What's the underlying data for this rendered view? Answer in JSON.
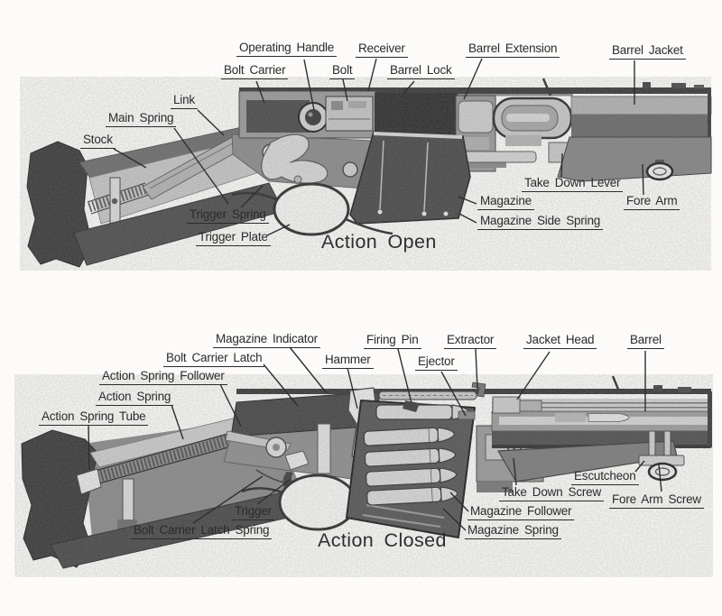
{
  "page": {
    "paper_color": "#fcfbf9",
    "ink_color": "#2b2b2b"
  },
  "diagrams": [
    {
      "name": "action-open",
      "caption": "Action Open",
      "labels": [
        {
          "id": "operating-handle",
          "text": "Operating Handle"
        },
        {
          "id": "bolt-carrier",
          "text": "Bolt Carrier"
        },
        {
          "id": "bolt",
          "text": "Bolt"
        },
        {
          "id": "receiver",
          "text": "Receiver"
        },
        {
          "id": "barrel-lock",
          "text": "Barrel Lock"
        },
        {
          "id": "barrel-extension",
          "text": "Barrel Extension"
        },
        {
          "id": "barrel-jacket",
          "text": "Barrel Jacket"
        },
        {
          "id": "link",
          "text": "Link"
        },
        {
          "id": "main-spring",
          "text": "Main Spring"
        },
        {
          "id": "stock",
          "text": "Stock"
        },
        {
          "id": "trigger-spring",
          "text": "Trigger Spring"
        },
        {
          "id": "trigger-plate",
          "text": "Trigger Plate"
        },
        {
          "id": "take-down-lever",
          "text": "Take Down Lever"
        },
        {
          "id": "fore-arm",
          "text": "Fore Arm"
        },
        {
          "id": "magazine",
          "text": "Magazine"
        },
        {
          "id": "magazine-side-spring",
          "text": "Magazine Side Spring"
        }
      ]
    },
    {
      "name": "action-closed",
      "caption": "Action Closed",
      "labels": [
        {
          "id": "magazine-indicator",
          "text": "Magazine Indicator"
        },
        {
          "id": "bolt-carrier-latch",
          "text": "Bolt Carrier Latch"
        },
        {
          "id": "action-spring-follower",
          "text": "Action Spring Follower"
        },
        {
          "id": "action-spring",
          "text": "Action Spring"
        },
        {
          "id": "action-spring-tube",
          "text": "Action Spring Tube"
        },
        {
          "id": "hammer",
          "text": "Hammer"
        },
        {
          "id": "firing-pin",
          "text": "Firing Pin"
        },
        {
          "id": "ejector",
          "text": "Ejector"
        },
        {
          "id": "extractor",
          "text": "Extractor"
        },
        {
          "id": "jacket-head",
          "text": "Jacket Head"
        },
        {
          "id": "barrel",
          "text": "Barrel"
        },
        {
          "id": "trigger",
          "text": "Trigger"
        },
        {
          "id": "bolt-carrier-latch-spring",
          "text": "Bolt Carrier Latch Spring"
        },
        {
          "id": "take-down-screw",
          "text": "Take Down Screw"
        },
        {
          "id": "magazine-follower",
          "text": "Magazine Follower"
        },
        {
          "id": "magazine-spring",
          "text": "Magazine Spring"
        },
        {
          "id": "escutcheon",
          "text": "Escutcheon"
        },
        {
          "id": "fore-arm-screw",
          "text": "Fore Arm Screw"
        }
      ]
    }
  ]
}
